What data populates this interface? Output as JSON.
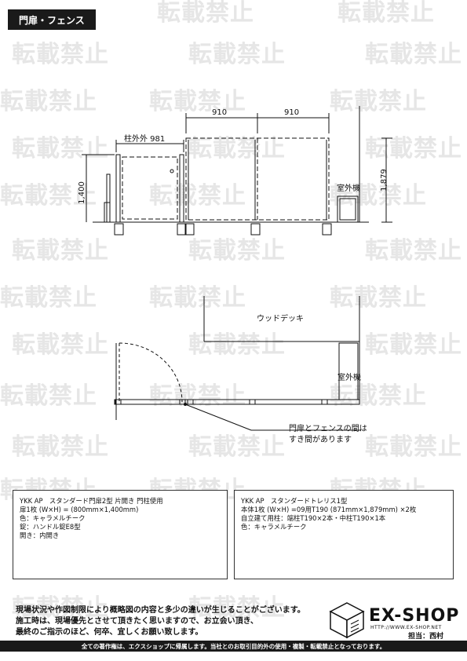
{
  "header": {
    "title": "門扉・フェンス"
  },
  "watermark": {
    "text": "転載禁止"
  },
  "elevation": {
    "dim_top_left": "910",
    "dim_top_right": "910",
    "dim_pillar": "柱外外 981",
    "dim_height_gate": "1,400",
    "dim_height_fence": "1,879",
    "ac_label": "室外機"
  },
  "plan": {
    "deck_label": "ウッドデッキ",
    "ac_label": "室外機",
    "gap_note_line1": "門扉とフェンスの間は",
    "gap_note_line2": "すき間があります"
  },
  "spec_left": {
    "lines": [
      "YKK AP　スタンダード門扉2型 片開き 門柱使用",
      "扉1枚 (W×H) = (800mm×1,400mm)",
      "色：キャラメルチーク",
      "錠：ハンドル錠E8型",
      "開き：内開き"
    ]
  },
  "spec_right": {
    "lines": [
      "YKK AP　スタンダードトレリス1型",
      "本体1枚 (W×H) =09用T190 (871mm×1,879mm) ×2枚",
      "自立建て用柱：端柱T190×2本・中柱T190×1本",
      "色：キャラメルチーク"
    ]
  },
  "notes": {
    "line1": "現場状況や作図制限により概略図の内容と多少の違いが生じることがございます。",
    "line2": "施工時は、現場優先とさせて頂きたく思いますので、お立会い頂き、",
    "line3": "最終のご指示のほど、何卒、宜しくお願い致します。"
  },
  "brand": {
    "name": "EX-SHOP",
    "url": "HTTP://WWW.EX-SHOP.NET",
    "staff": "担当：西村"
  },
  "footer": {
    "text": "全ての著作権は、エクスショップに帰属します。当社とのお取引目的外の使用・複製・転載禁止となっております。"
  }
}
